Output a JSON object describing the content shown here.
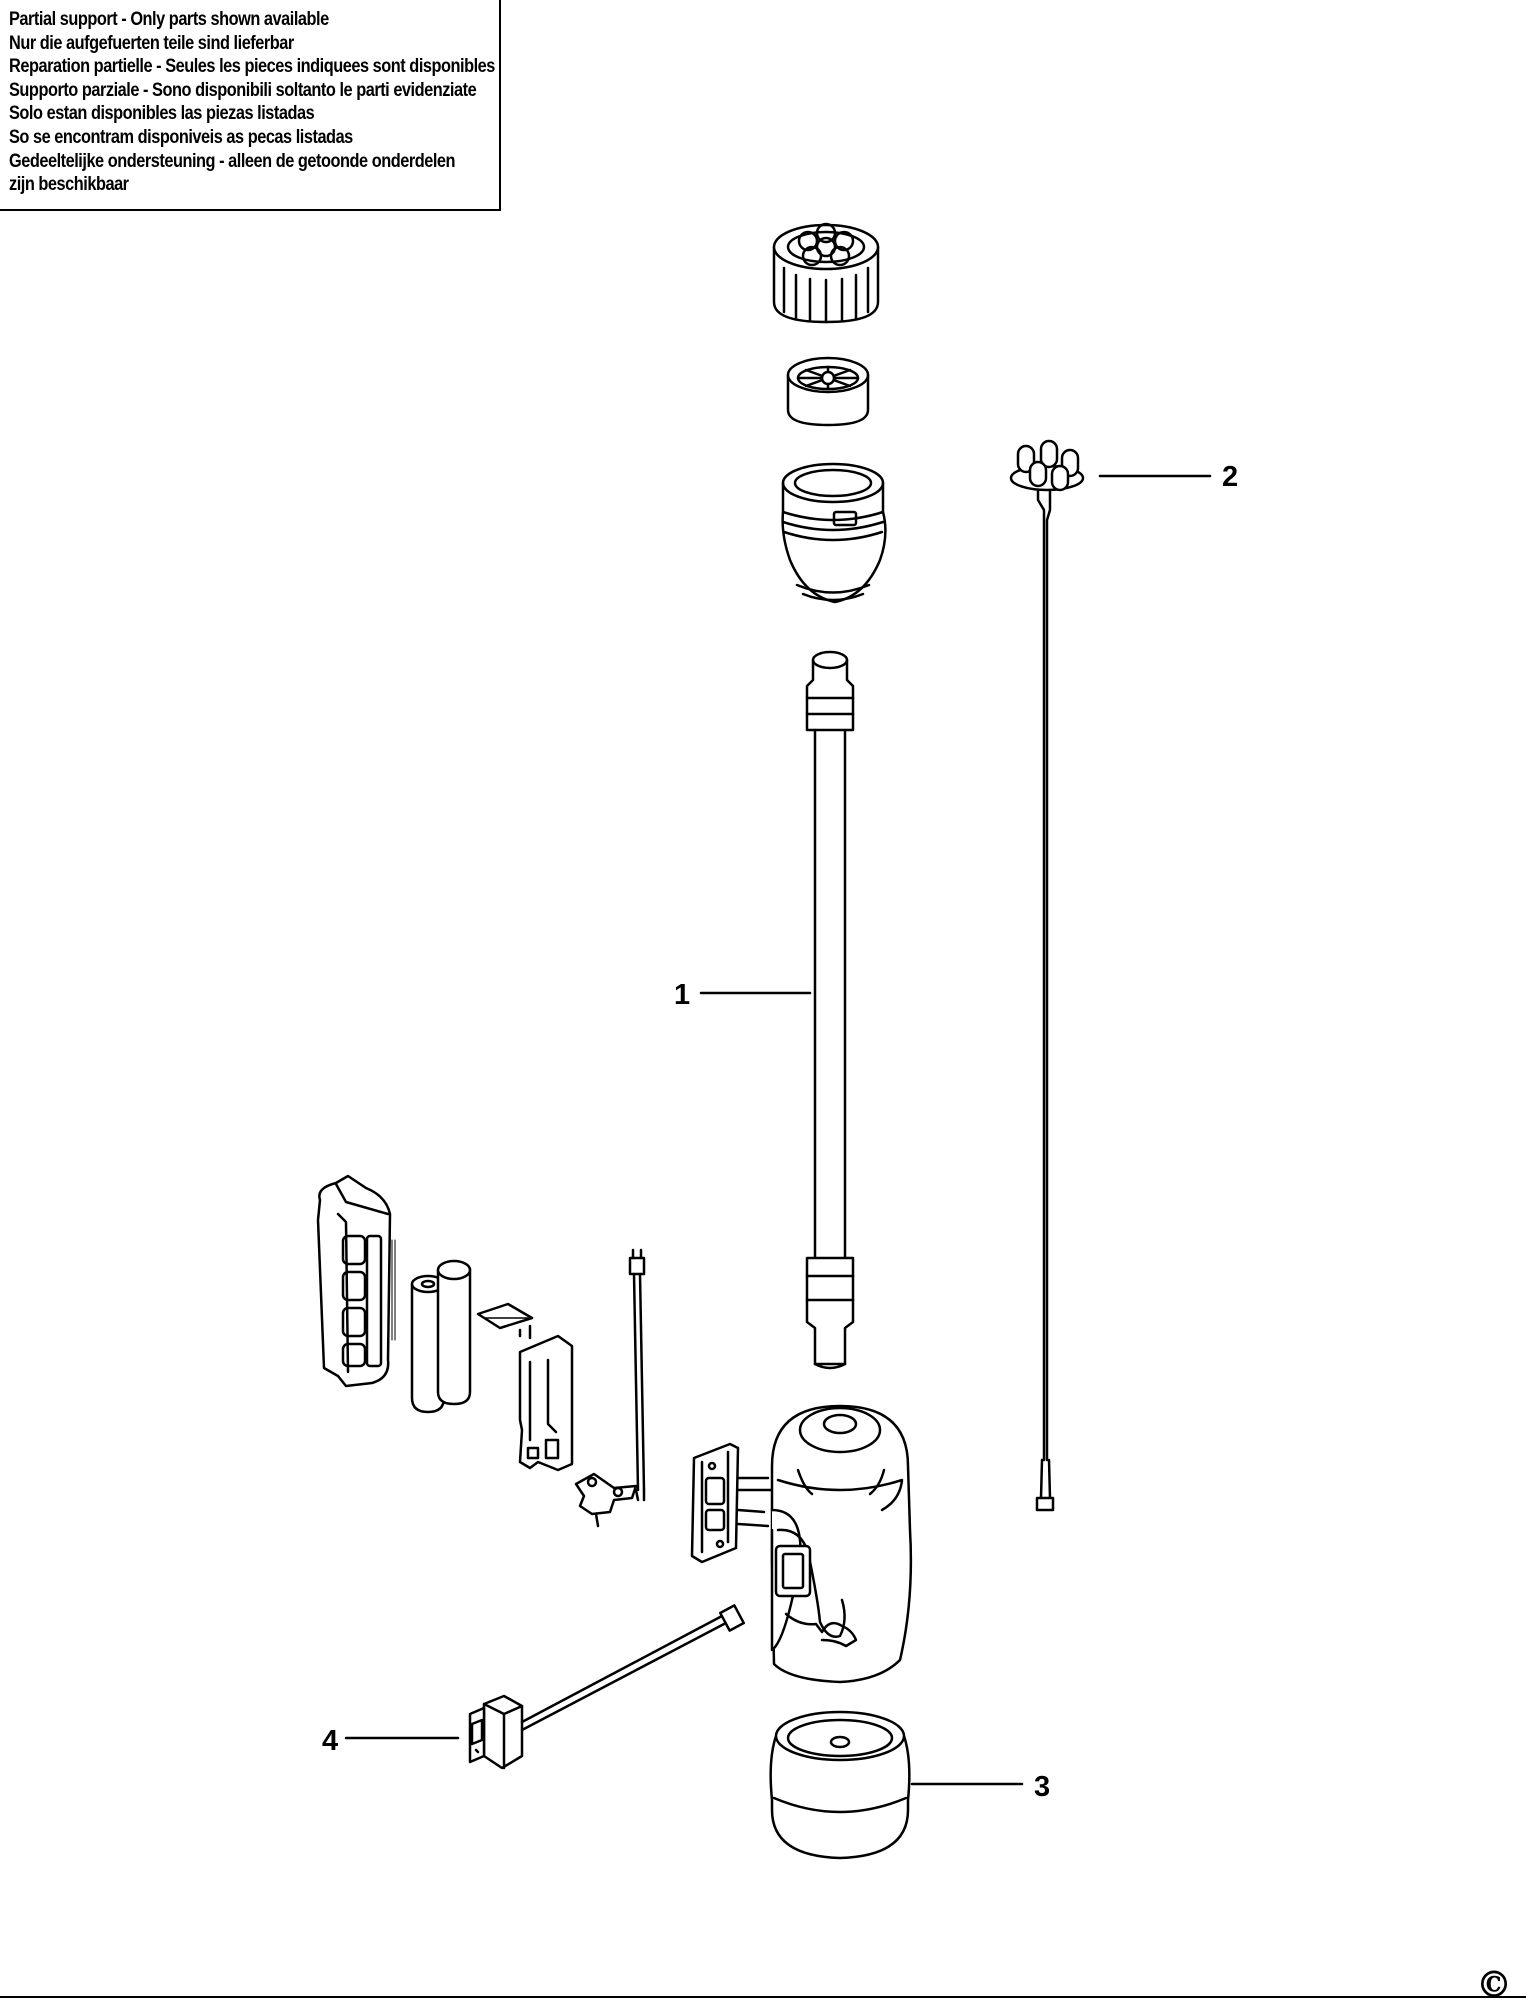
{
  "notice": {
    "lines": [
      "Partial support - Only parts shown available",
      "Nur die aufgefuerten teile sind lieferbar",
      "Reparation partielle - Seules les pieces indiquees sont disponibles",
      "Supporto parziale - Sono disponibili soltanto le parti evidenziate",
      "Solo estan disponibles las piezas listadas",
      "So se encontram disponiveis as pecas listadas",
      "Gedeeltelijke ondersteuning - alleen de getoonde onderdelen",
      "zijn beschikbaar"
    ]
  },
  "callouts": {
    "c1": "1",
    "c2": "2",
    "c3": "3",
    "c4": "4"
  },
  "copyright_symbol": "©",
  "colors": {
    "line": "#000000",
    "background": "#ffffff",
    "shade": "#e6e6e6"
  }
}
